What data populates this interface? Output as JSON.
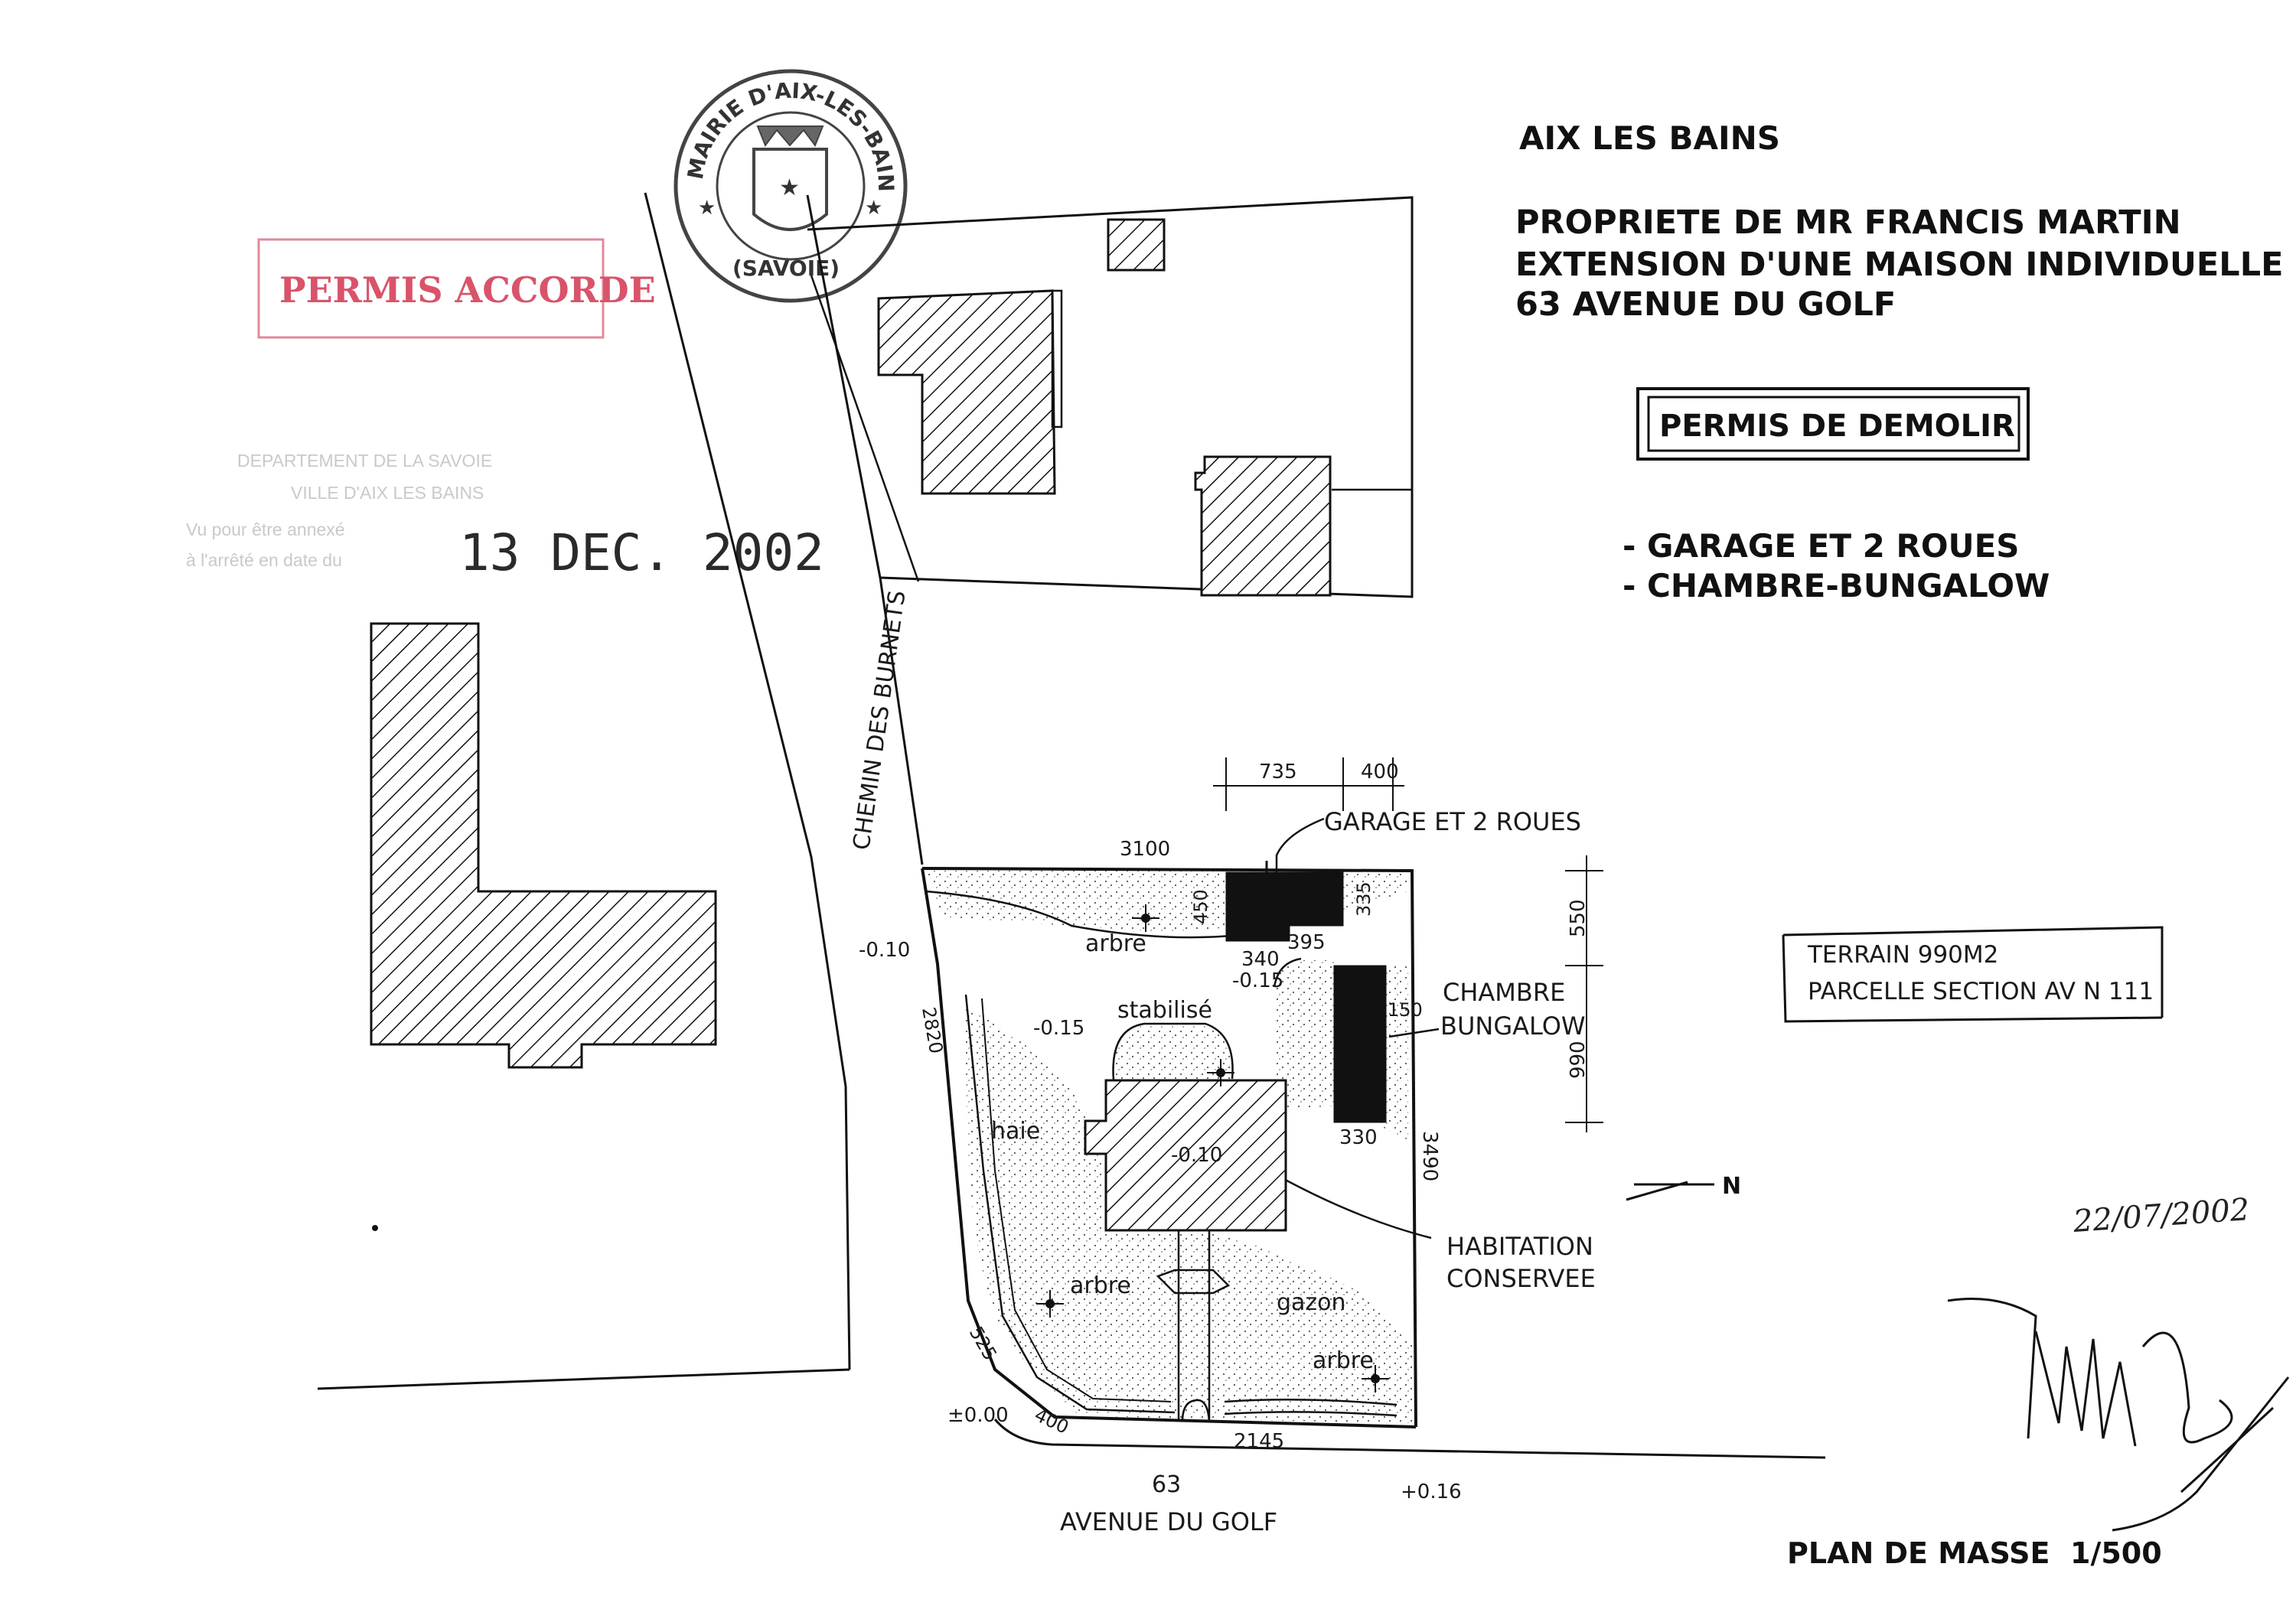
{
  "header": {
    "city": "AIX LES BAINS",
    "line1": "PROPRIETE DE MR FRANCIS MARTIN",
    "line2": "EXTENSION D'UNE MAISON INDIVIDUELLE",
    "line3": "63 AVENUE DU GOLF"
  },
  "demolition": {
    "title": "PERMIS DE DEMOLIR",
    "items": [
      "- GARAGE ET 2 ROUES",
      "- CHAMBRE-BUNGALOW"
    ]
  },
  "stamps": {
    "permit": "PERMIS ACCORDE",
    "seal_ring": "MAIRIE D'AIX-LES-BAINS",
    "seal_bottom": "(SAVOIE)",
    "dept_line1": "DEPARTEMENT DE LA SAVOIE",
    "dept_line2": "VILLE D'AIX LES BAINS",
    "annex_line1": "Vu pour être annexé",
    "annex_line2": "à l'arrêté en date du",
    "annex_date": "13 DEC. 2002"
  },
  "terrain": {
    "line1": "TERRAIN 990M2",
    "line2": "PARCELLE SECTION AV N 111"
  },
  "plan": {
    "road_side": "CHEMIN DES BURNETS",
    "road_front": "AVENUE DU GOLF",
    "street_number": "63",
    "garage_label": "GARAGE ET 2 ROUES",
    "chambre_label": "CHAMBRE",
    "bungalow_label": "BUNGALOW",
    "habitation_label": "HABITATION",
    "conservee_label": "CONSERVEE",
    "arbre": "arbre",
    "stabilise": "stabilisé",
    "haie": "haie",
    "gazon": "gazon",
    "north": "N",
    "dims": {
      "d735": "735",
      "d400top": "400",
      "d3100": "3100",
      "d450": "450",
      "d335": "335",
      "d340": "340",
      "d395": "395",
      "d150": "150",
      "d330": "330",
      "d3490": "3490",
      "d2820": "2820",
      "d525": "525",
      "d400bottom": "400",
      "d2145": "2145",
      "d550": "550",
      "d990": "990"
    },
    "levels": {
      "m010": "-0.10",
      "m015a": "-0.15",
      "m015b": "-0.15",
      "p000": "±0.00",
      "p016": "+0.16",
      "house": "-0.10"
    }
  },
  "footer": {
    "title": "PLAN DE MASSE",
    "scale": "1/500",
    "date": "22/07/2002"
  }
}
